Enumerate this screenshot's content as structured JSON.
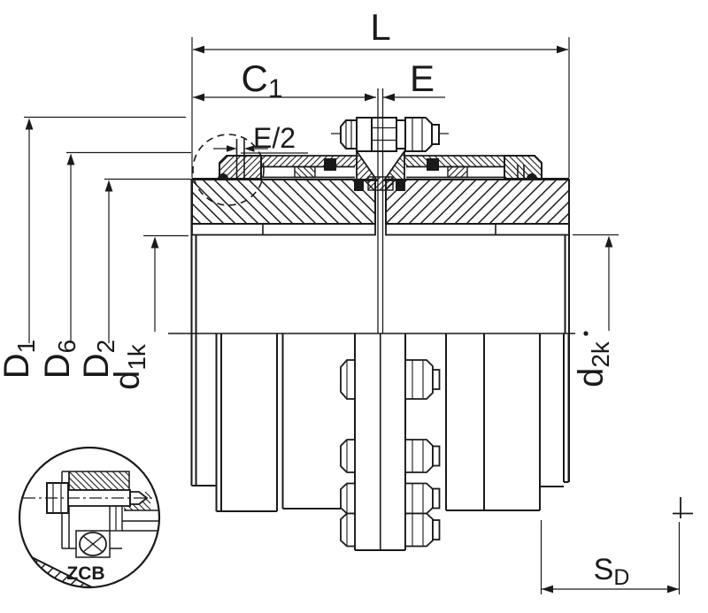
{
  "drawing": {
    "kind": "coupling-dimensional-drawing",
    "detail_code": "ZCB",
    "line_color": "#1a1a1a",
    "background_color": "#ffffff"
  },
  "labels": {
    "L": "L",
    "C1": {
      "main": "C",
      "sub": "1"
    },
    "E": "E",
    "E2": "E/2",
    "D1": {
      "main": "D",
      "sub": "1"
    },
    "D6": {
      "main": "D",
      "sub": "6"
    },
    "D2": {
      "main": "D",
      "sub": "2"
    },
    "d1k": {
      "main": "d",
      "sub": "1k"
    },
    "d2k": {
      "main": "d",
      "sub": "2k"
    },
    "SD": {
      "main": "S",
      "sub": "D"
    },
    "detail": "ZCB"
  }
}
